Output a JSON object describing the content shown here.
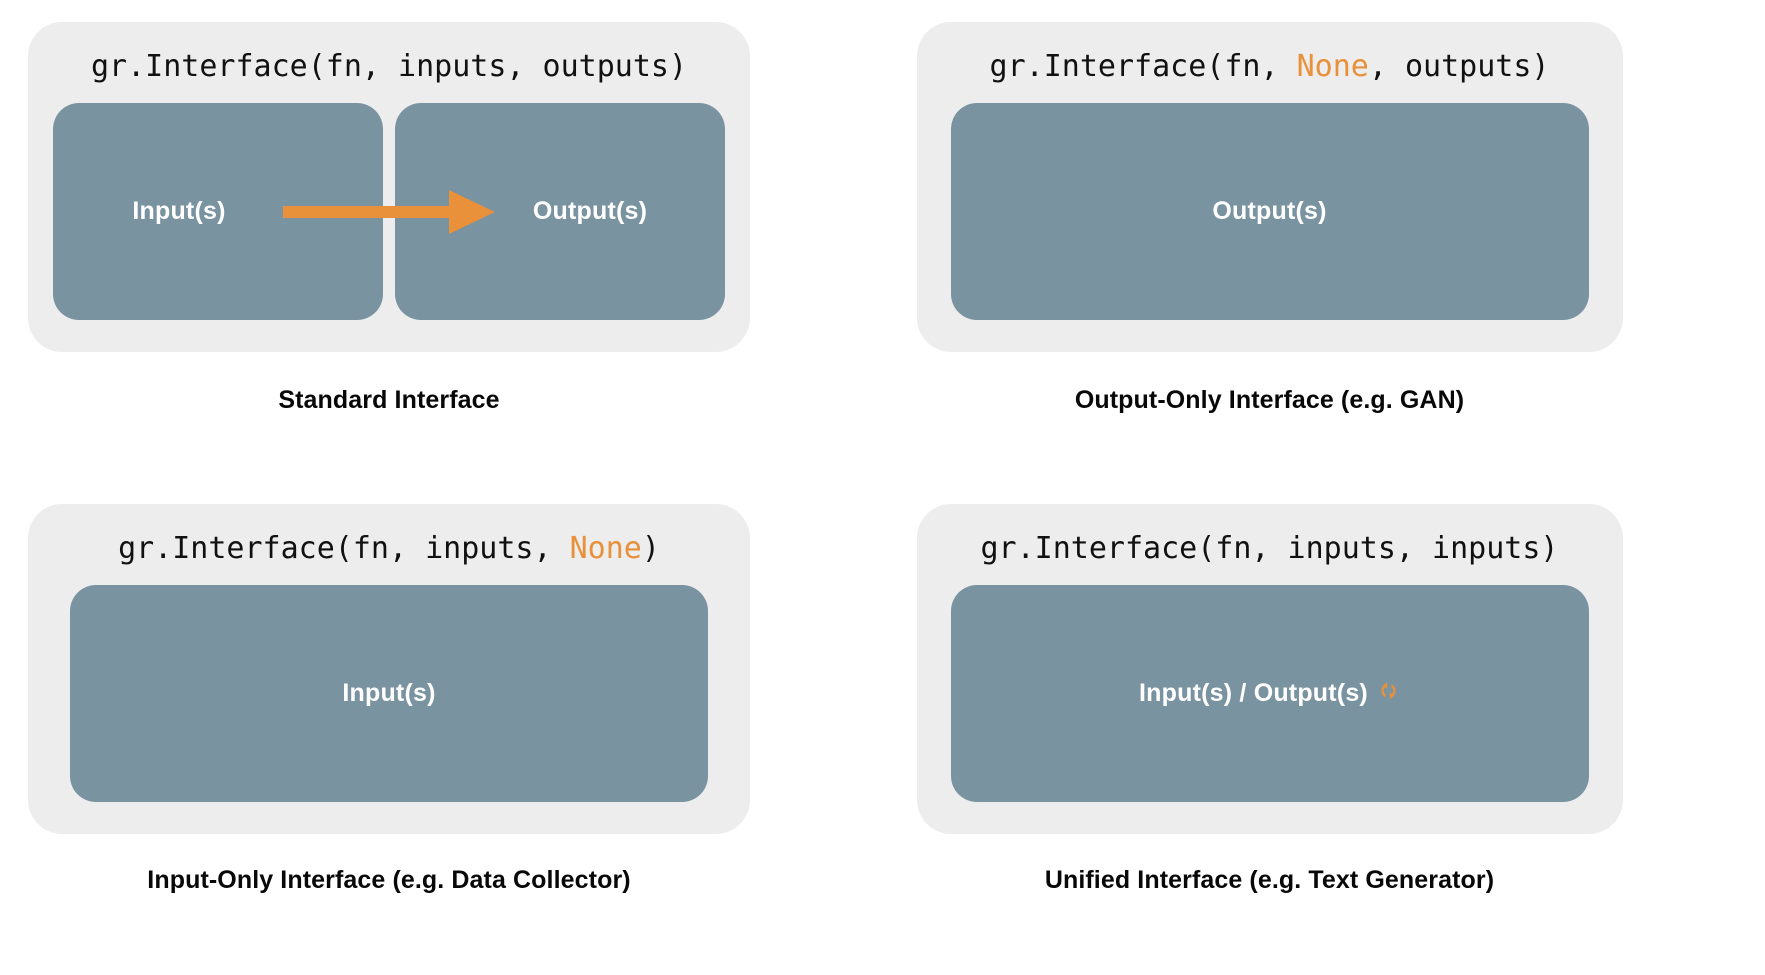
{
  "meta": {
    "colors": {
      "panel_background": "#EDEDED",
      "io_box": "#7A93A1",
      "accent_orange": "#E8903A",
      "code_text": "#111111",
      "caption_text": "#080808",
      "box_label_text": "#FFFFFF",
      "page_background": "#FFFFFF"
    }
  },
  "panels": [
    {
      "id": "standard",
      "code": {
        "prefix": "gr.Interface(fn, ",
        "arg_inputs": "inputs",
        "middle": ", ",
        "arg_outputs": "outputs",
        "suffix": ")",
        "full": "gr.Interface(fn, inputs, outputs)",
        "highlighted_arg": null
      },
      "boxes": [
        {
          "label": "Input(s)"
        },
        {
          "label": "Output(s)"
        }
      ],
      "arrow": {
        "present": true,
        "direction": "left-to-right",
        "color": "#E8903A",
        "icon": "right-arrow-icon"
      },
      "caption": "Standard Interface"
    },
    {
      "id": "output-only",
      "code": {
        "prefix": "gr.Interface(fn, ",
        "arg_inputs": "None",
        "middle": ", ",
        "arg_outputs": "outputs",
        "suffix": ")",
        "full": "gr.Interface(fn, None, outputs)",
        "highlighted_arg": "inputs"
      },
      "boxes": [
        {
          "label": "Output(s)"
        }
      ],
      "arrow": {
        "present": false
      },
      "caption": "Output-Only Interface (e.g. GAN)"
    },
    {
      "id": "input-only",
      "code": {
        "prefix": "gr.Interface(fn, ",
        "arg_inputs": "inputs",
        "middle": ", ",
        "arg_outputs": "None",
        "suffix": ")",
        "full": "gr.Interface(fn, inputs, None)",
        "highlighted_arg": "outputs"
      },
      "boxes": [
        {
          "label": "Input(s)"
        }
      ],
      "arrow": {
        "present": false
      },
      "caption": "Input-Only Interface (e.g. Data Collector)"
    },
    {
      "id": "unified",
      "code": {
        "prefix": "gr.Interface(fn, ",
        "arg_inputs": "inputs",
        "middle": ", ",
        "arg_outputs": "inputs",
        "suffix": ")",
        "full": "gr.Interface(fn, inputs, inputs)",
        "highlighted_arg": null
      },
      "boxes": [
        {
          "label": "Input(s) / Output(s)",
          "trailing_icon": "cycle-refresh-icon"
        }
      ],
      "arrow": {
        "present": false
      },
      "caption": "Unified Interface (e.g. Text Generator)"
    }
  ]
}
